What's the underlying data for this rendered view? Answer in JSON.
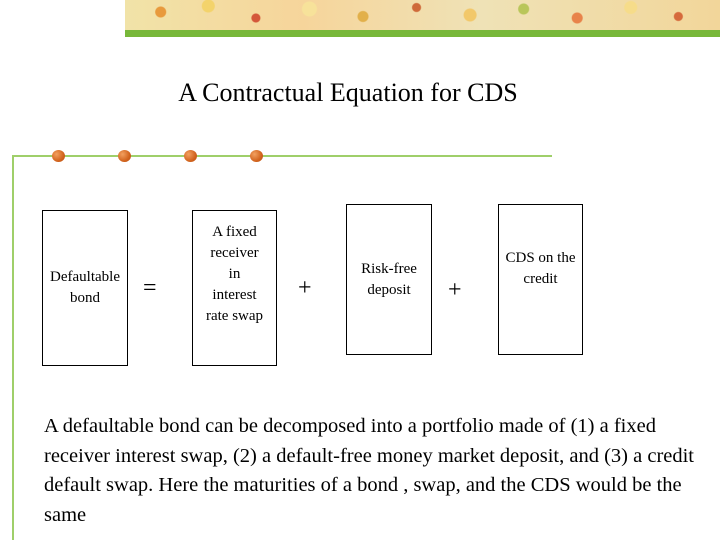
{
  "slide": {
    "title": "A Contractual Equation for CDS",
    "equation": {
      "bond_label_line1": "Defaultable",
      "bond_label_line2": "bond",
      "equals": "=",
      "swap_label_lines": [
        "A fixed",
        "receiver",
        "in",
        "interest",
        "rate swap"
      ],
      "plus_1": "+",
      "deposit_label_line1": "Risk-free",
      "deposit_label_line2": "deposit",
      "plus_2": "+",
      "cds_label_line1": "CDS on the",
      "cds_label_line2": "credit"
    },
    "description": "A defaultable  bond can be decomposed into a portfolio made of (1) a fixed  receiver interest swap, (2) a default-free money market deposit, and (3) a credit default swap. Here the maturities  of a bond , swap, and the CDS would be the same"
  }
}
